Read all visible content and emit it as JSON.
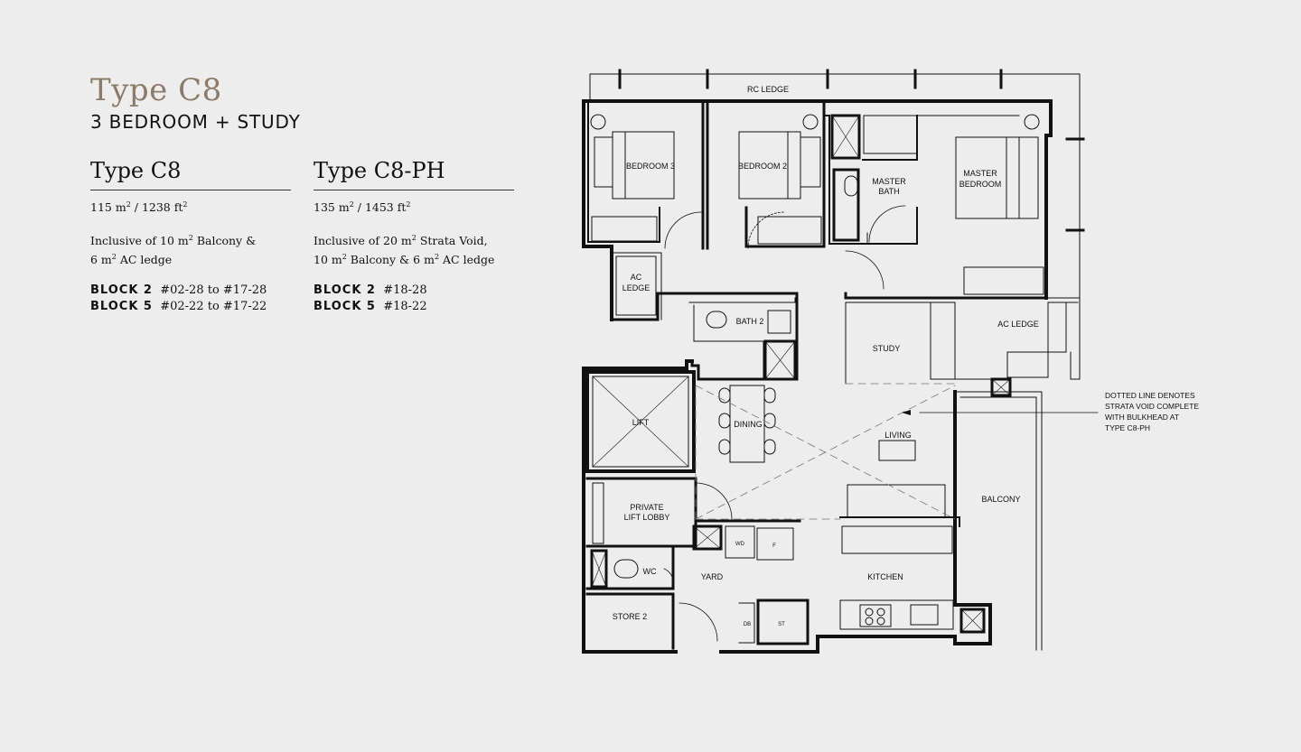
{
  "header": {
    "title": "Type C8",
    "subtitle": "3 BEDROOM + STUDY"
  },
  "units": [
    {
      "name": "Type C8",
      "area_m2": "115 m",
      "area_sep": " / ",
      "area_ft2": "1238 ft",
      "inclusive_line1_pre": "Inclusive of 10 m",
      "inclusive_line1_post": " Balcony &",
      "inclusive_line2_pre": "6 m",
      "inclusive_line2_post": " AC ledge",
      "blocks": [
        {
          "block": "BLOCK 2",
          "range": "#02-28 to #17-28"
        },
        {
          "block": "BLOCK 5",
          "range": "#02-22 to #17-22"
        }
      ]
    },
    {
      "name": "Type C8-PH",
      "area_m2": "135 m",
      "area_sep": " / ",
      "area_ft2": "1453 ft",
      "inclusive_line1_pre": "Inclusive of 20 m",
      "inclusive_line1_post": " Strata Void,",
      "inclusive_line2_pre": "10 m",
      "inclusive_line2_post": " Balcony & 6 m",
      "inclusive_line2_tail": " AC ledge",
      "blocks": [
        {
          "block": "BLOCK 2",
          "range": "#18-28"
        },
        {
          "block": "BLOCK 5",
          "range": "#18-22"
        }
      ]
    }
  ],
  "squared": "2",
  "rooms": {
    "rc_ledge": "RC LEDGE",
    "bedroom3": "BEDROOM 3",
    "bedroom2": "BEDROOM 2",
    "master_bath_1": "MASTER",
    "master_bath_2": "BATH",
    "master_bedroom_1": "MASTER",
    "master_bedroom_2": "BEDROOM",
    "ac_ledge_left_1": "AC",
    "ac_ledge_left_2": "LEDGE",
    "bath2": "BATH 2",
    "study": "STUDY",
    "ac_ledge_right": "AC LEDGE",
    "lift": "LIFT",
    "dining": "DINING",
    "living": "LIVING",
    "private_lift_1": "PRIVATE",
    "private_lift_2": "LIFT LOBBY",
    "balcony": "BALCONY",
    "wd": "WD",
    "f": "F",
    "wc": "WC",
    "yard": "YARD",
    "kitchen": "KITCHEN",
    "store2": "STORE 2",
    "db": "DB",
    "st": "ST"
  },
  "note": {
    "line1": "DOTTED LINE DENOTES",
    "line2": "STRATA VOID COMPLETE",
    "line3": "WITH BULKHEAD AT",
    "line4": "TYPE C8-PH"
  },
  "colors": {
    "background": "#ededed",
    "title": "#8c7b68",
    "line": "#111111"
  }
}
